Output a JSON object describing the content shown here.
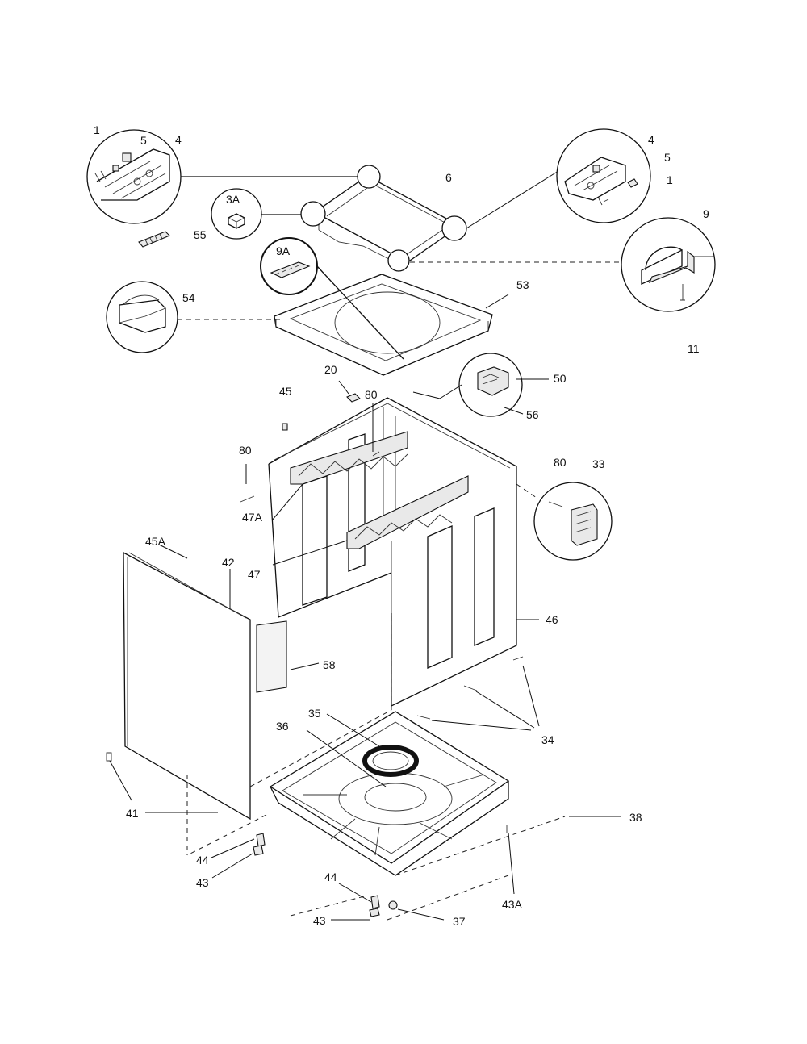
{
  "diagram": {
    "labels": {
      "l1a": "1",
      "l5a": "5",
      "l4a": "4",
      "l3A": "3A",
      "l55": "55",
      "l6": "6",
      "l4b": "4",
      "l5b": "5",
      "l1b": "1",
      "l9": "9",
      "l11": "11",
      "l9A": "9A",
      "l54": "54",
      "l53": "53",
      "l20": "20",
      "l45": "45",
      "l80a": "80",
      "l80b": "80",
      "l80c": "80",
      "l50": "50",
      "l56": "56",
      "l33": "33",
      "l47A": "47A",
      "l47": "47",
      "l45A": "45A",
      "l42": "42",
      "l46": "46",
      "l58": "58",
      "l35": "35",
      "l36": "36",
      "l34": "34",
      "l41": "41",
      "l38": "38",
      "l44a": "44",
      "l43a": "43",
      "l44b": "44",
      "l43b": "43",
      "l37": "37",
      "l43A": "43A"
    }
  }
}
